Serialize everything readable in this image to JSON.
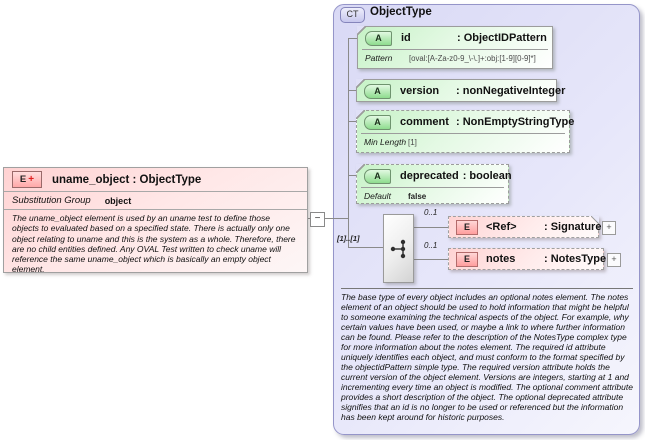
{
  "icons": {
    "collapse": "−",
    "expand": "+"
  },
  "colors": {
    "container_fill": "#e3e3f8",
    "container_border": "#9595c9",
    "attribute_fill": "#c6f2c6",
    "attribute_border": "#9c9c9c",
    "element_fill": "#ffd3d3",
    "element_border": "#a0a0a0",
    "connector_line": "#8a8a8a"
  },
  "uname_object": {
    "badge": "E",
    "badge_plus": "+",
    "title": "uname_object : ObjectType",
    "substitution_group_label": "Substitution Group",
    "substitution_group_value": "object",
    "description": "The uname_object element is used by an uname test to define those objects to evaluated based on a specified state. There is actually only one object relating to uname and this is the system as a whole. Therefore, there are no child entities defined. Any OVAL Test written to check uname will reference the same uname_object which is basically an empty object element."
  },
  "object_type": {
    "badge": "CT",
    "title": "ObjectType",
    "attributes": [
      {
        "badge": "A",
        "name": "id",
        "type": ": ObjectIDPattern",
        "facet_label": "Pattern",
        "facet_value": "[oval:[A-Za-z0-9_\\-\\.]+:obj:[1-9][0-9]*]"
      },
      {
        "badge": "A",
        "name": "version",
        "type": ": nonNegativeInteger"
      },
      {
        "badge": "A",
        "name": "comment",
        "type": ": NonEmptyStringType",
        "facet_label": "Min Length",
        "facet_value": "[1]"
      },
      {
        "badge": "A",
        "name": "deprecated",
        "type": ": boolean",
        "facet_label": "Default",
        "facet_value": "false"
      }
    ],
    "sequence_cardinality": "[1]..[1]",
    "elements": [
      {
        "badge": "E",
        "name": "<Ref>",
        "type": ": Signature",
        "occurrence": "0..1"
      },
      {
        "badge": "E",
        "name": "notes",
        "type": ": NotesType",
        "occurrence": "0..1"
      }
    ],
    "description": "The base type of every object includes an optional notes element. The notes element of an object should be used to hold information that might be helpful to someone examining the technical aspects of the object. For example, why certain values have been used, or maybe a link to where further information can be found. Please refer to the description of the NotesType complex type for more information about the notes element. The required id attribute uniquely identifies each object, and must conform to the format specified by the objectidPattern simple type. The required version attribute holds the current version of the object element. Versions are integers, starting at 1 and incrementing every time an object is modified. The optional comment attribute provides a short description of the object. The optional deprecated attribute signifies that an id is no longer to be used or referenced but the information has been kept around for historic purposes."
  }
}
